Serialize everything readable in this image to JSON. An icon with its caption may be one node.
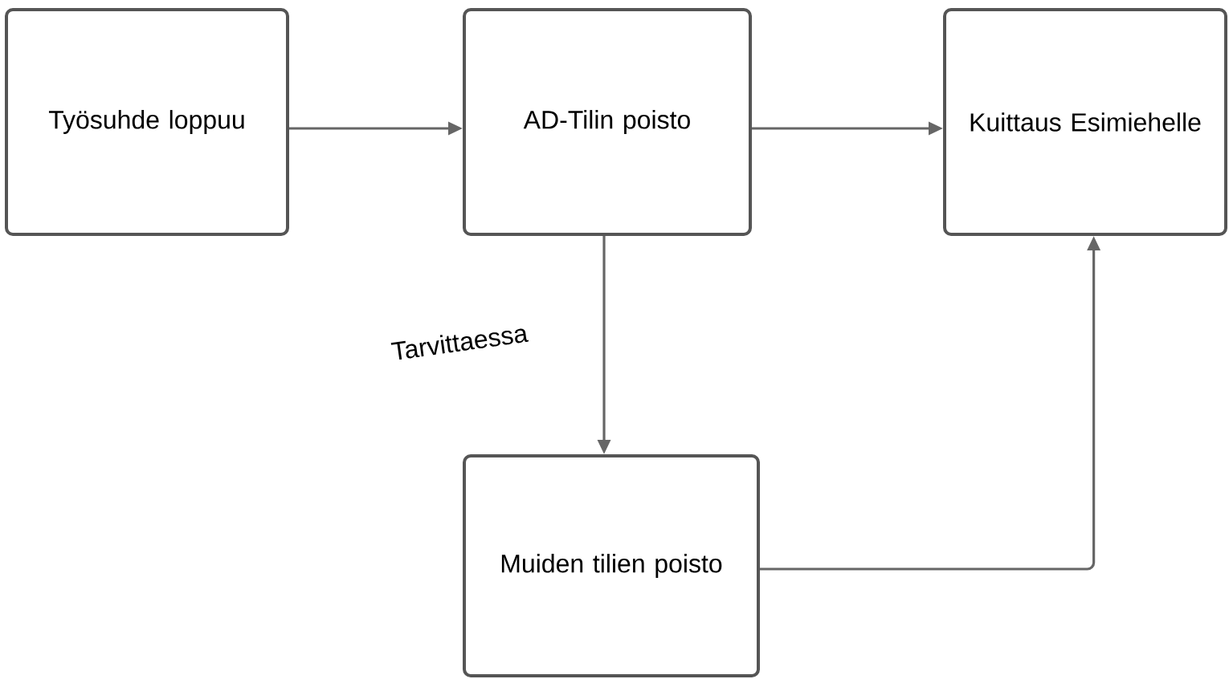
{
  "diagram": {
    "nodes": [
      {
        "text": [
          "Työsuhde loppuu"
        ]
      },
      {
        "text": [
          "AD-Tilin poisto"
        ]
      },
      {
        "text": [
          "Kuittaus Esimiehelle"
        ]
      },
      {
        "text": [
          "Muiden tilien poisto"
        ]
      }
    ],
    "edges": [
      {
        "from": 0,
        "to": 1,
        "arrow": "to"
      },
      {
        "from": 1,
        "to": 2,
        "arrow": "to"
      },
      {
        "from": 1,
        "to": 3,
        "arrow": "to",
        "label": "Tarvittaessa"
      },
      {
        "from": 3,
        "to": 2,
        "arrow": "to"
      }
    ]
  }
}
